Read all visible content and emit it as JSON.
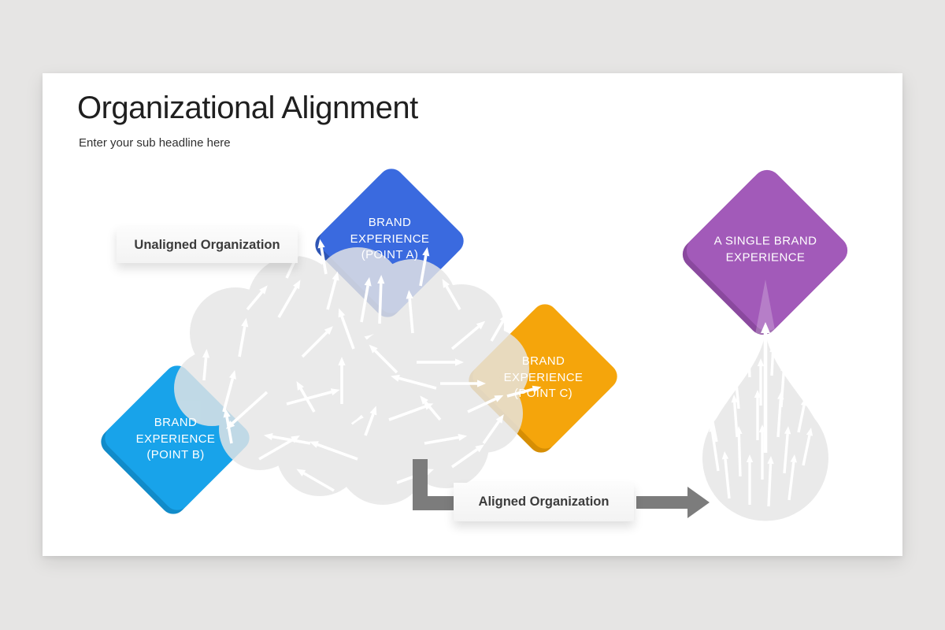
{
  "header": {
    "title": "Organizational Alignment",
    "subtitle": "Enter your sub headline here"
  },
  "labels": {
    "unaligned": "Unaligned Organization",
    "aligned": "Aligned Organization"
  },
  "diagram": {
    "diamonds": {
      "point_a": {
        "label": "BRAND\nEXPERIENCE\n(POINT A)",
        "color": "#3a6adf",
        "rim": "#2e55b4"
      },
      "point_b": {
        "label": "BRAND\nEXPERIENCE\n(POINT B)",
        "color": "#18a3ea",
        "rim": "#118bc9"
      },
      "point_c": {
        "label": "BRAND\nEXPERIENCE\n(POINT C)",
        "color": "#f5a50b",
        "rim": "#d68e04"
      },
      "single": {
        "label": "A SINGLE BRAND\nEXPERIENCE",
        "color": "#a25ab9",
        "rim": "#8a499e"
      }
    },
    "colors": {
      "cloud": "#e6e6e6",
      "droplet": "#e8e8e8",
      "white_arrow": "#ffffff",
      "connector_gray": "#7c7c7c",
      "slide_background": "#ffffff",
      "page_background": "#e6e5e4",
      "title_text": "#1f1f1f",
      "label_text": "#3c3c3c"
    }
  }
}
